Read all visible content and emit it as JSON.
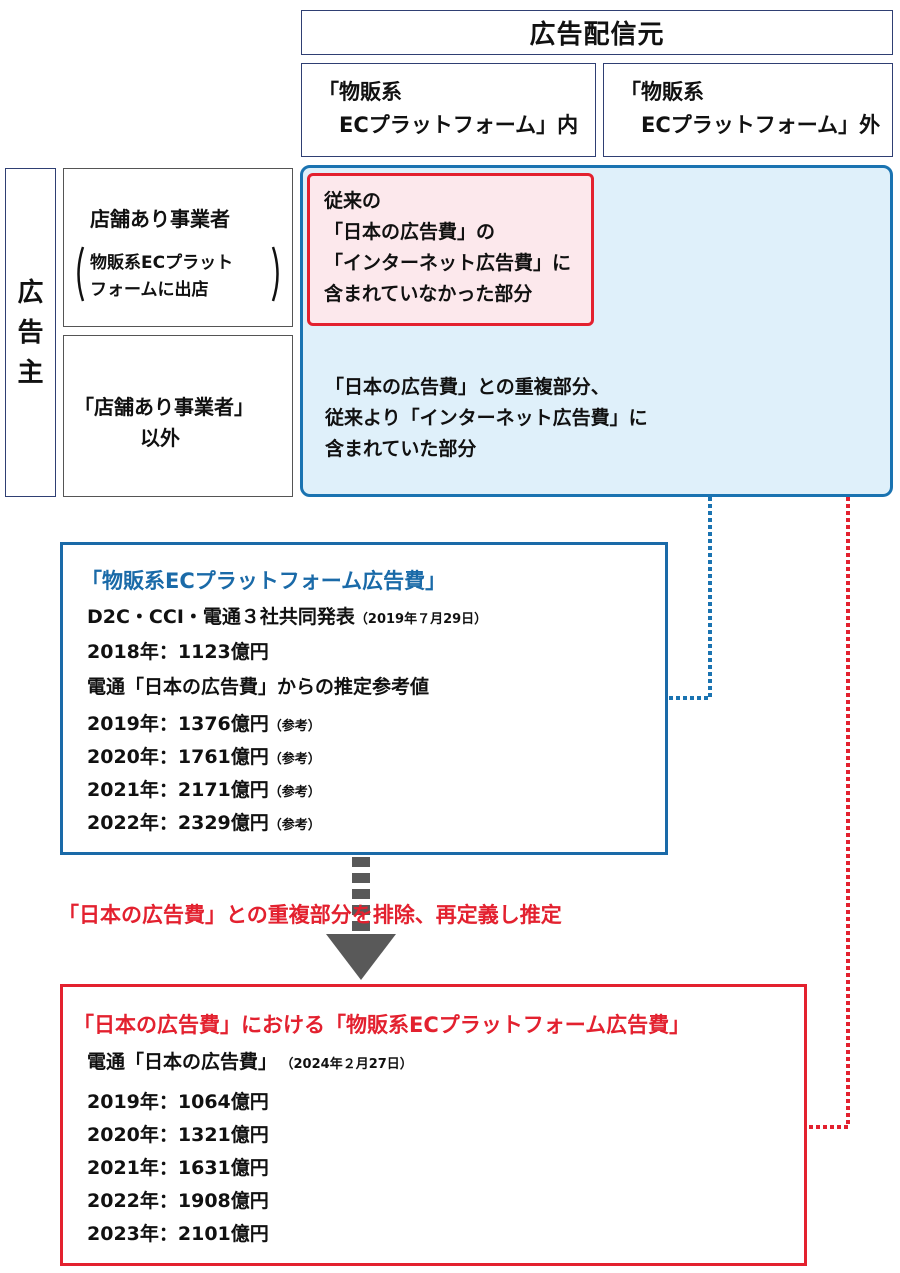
{
  "header": {
    "distributor": "広告配信元",
    "col_inside": [
      "「物販系",
      "　ECプラットフォーム」内"
    ],
    "col_outside": [
      "「物販系",
      "　ECプラットフォーム」外"
    ]
  },
  "advertiser": {
    "label_chars": [
      "広",
      "告",
      "主"
    ],
    "row1": {
      "title": "店舗あり事業者",
      "sub": [
        "物販系ECプラット",
        "フォームに出店"
      ]
    },
    "row2": {
      "lines": [
        "「店舗あり事業者」",
        "以外"
      ]
    }
  },
  "regions": {
    "red_inner": [
      "従来の",
      "「日本の広告費」の",
      "「インターネット広告費」に",
      "含まれていなかった部分"
    ],
    "blue_lower": [
      "「日本の広告費」との重複部分、",
      "従来より「インターネット広告費」に",
      "含まれていた部分"
    ]
  },
  "ec_box": {
    "title": "「物販系ECプラットフォーム広告費」",
    "announce": "D2C・CCI・電通３社共同発表",
    "announce_date": "（2019年７月29日）",
    "row_2018": "2018年：1123億円",
    "estimate_title": "電通「日本の広告費」からの推定参考値",
    "rows": [
      {
        "text": "2019年：1376億円",
        "note": "（参考）"
      },
      {
        "text": "2020年：1761億円",
        "note": "（参考）"
      },
      {
        "text": "2021年：2171億円",
        "note": "（参考）"
      },
      {
        "text": "2022年：2329億円",
        "note": "（参考）"
      }
    ]
  },
  "transition_text": "「日本の広告費」との重複部分を排除、再定義し推定",
  "jp_box": {
    "title": "「日本の広告費」における「物販系ECプラットフォーム広告費」",
    "source": "電通「日本の広告費」",
    "source_date": "（2024年２月27日）",
    "rows": [
      "2019年：1064億円",
      "2020年：1321億円",
      "2021年：1631億円",
      "2022年：1908億円",
      "2023年：2101億円"
    ]
  },
  "colors": {
    "blue": "#1a73b1",
    "red": "#e3212f",
    "navy": "#2f3f73",
    "light_blue": "#dff0fa",
    "arrow_gray": "#595959"
  }
}
